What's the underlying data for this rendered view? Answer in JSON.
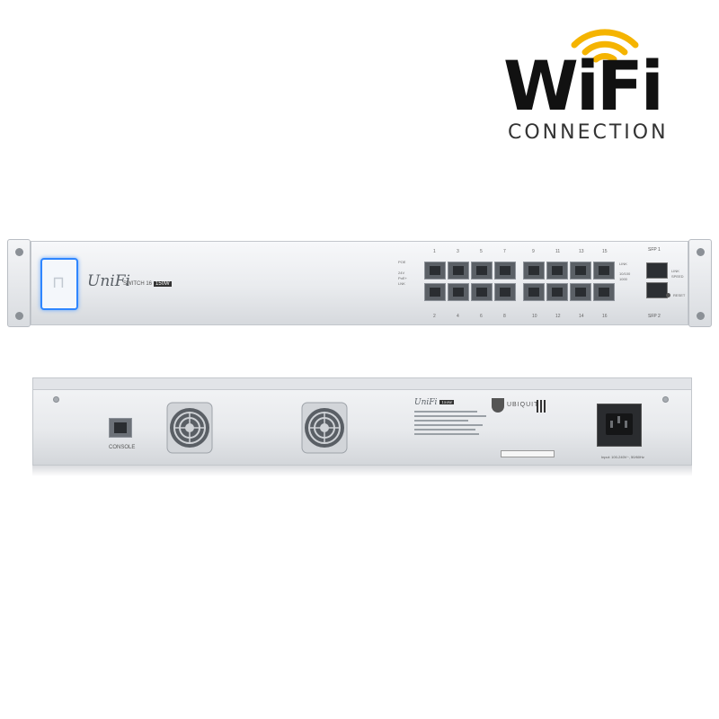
{
  "logo": {
    "word": "WiFi",
    "subtitle": "CONNECTION",
    "arc_color": "#f5b400"
  },
  "front_panel": {
    "brand": "UniFi",
    "model": "SWITCH 16",
    "badge": "150W",
    "led_legend": [
      "POE",
      "24V",
      "PoE+",
      "LNK"
    ],
    "link_legend": [
      "LINK"
    ],
    "speed_legend": [
      "10/100",
      "1000"
    ],
    "top_port_numbers": [
      "1",
      "3",
      "5",
      "7",
      "9",
      "11",
      "13",
      "15"
    ],
    "bottom_port_numbers": [
      "2",
      "4",
      "6",
      "8",
      "10",
      "12",
      "14",
      "16"
    ],
    "sfp_top": "SFP 1",
    "sfp_bottom": "SFP 2",
    "sfp_legend": [
      "LINK",
      "SPEED"
    ],
    "reset": "RESET",
    "accent_color": "#2f86ff"
  },
  "rear_panel": {
    "console": "CONSOLE",
    "brand": "UniFi",
    "badge": "150W",
    "vendor": "UBIQUITI",
    "power_rating": "Input: 100-240V~, 50/60Hz"
  }
}
